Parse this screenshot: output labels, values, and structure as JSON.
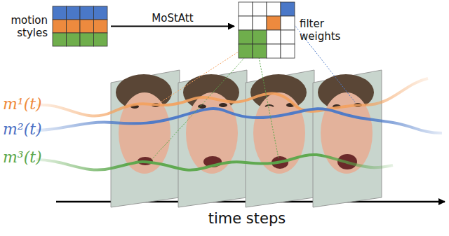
{
  "diagram": {
    "nodes": [
      {
        "text": [
          "motion styles"
        ]
      },
      {
        "text": [
          "filter weights"
        ]
      }
    ],
    "edges": [
      {
        "from": 0,
        "to": 1,
        "label": "MoStAtt",
        "arrow": "to"
      }
    ],
    "labels": [
      "m¹(t)",
      "m²(t)",
      "m³(t)",
      "time steps"
    ]
  }
}
